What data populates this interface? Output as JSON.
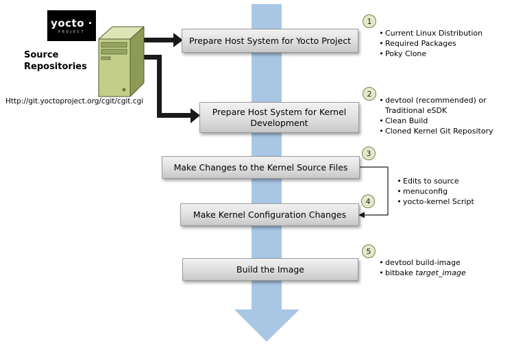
{
  "logo": {
    "title": "yocto ·",
    "subtitle": "PROJECT"
  },
  "source": {
    "label": "Source Repositories",
    "url": "Http://git.yoctoproject.org/cgit/cgit.cgi"
  },
  "flow": {
    "boxes": [
      "Prepare Host System for Yocto Project",
      "Prepare Host System for Kernel Development",
      "Make Changes to the Kernel Source Files",
      "Make Kernel Configuration Changes",
      "Build the Image"
    ],
    "step_numbers": [
      "1",
      "2",
      "3",
      "4",
      "5"
    ]
  },
  "lists": {
    "step1": [
      "Current Linux Distribution",
      "Required Packages",
      "Poky Clone"
    ],
    "step2": [
      "devtool (recommended) or Traditional eSDK",
      "Clean Build",
      "Cloned Kernel Git Repository"
    ],
    "step34": [
      "Edits to source",
      "menuconfig",
      "yocto-kernel Script"
    ],
    "step5_plain": "devtool build-image",
    "step5_bitbake_prefix": "bitbake",
    "step5_bitbake_italic": "target_image"
  },
  "ui": {
    "bullet": "•"
  },
  "colors": {
    "flow_arrow": "#a9c6e4",
    "connector": "#1a1a1a",
    "box_border": "#9b9b9b",
    "circle_fill": "#e3e9cb",
    "circle_border": "#75854a",
    "server_front": "#c3cf88",
    "server_side": "#8e9b55",
    "server_top": "#dde4b6",
    "logo_bg": "#000000"
  }
}
